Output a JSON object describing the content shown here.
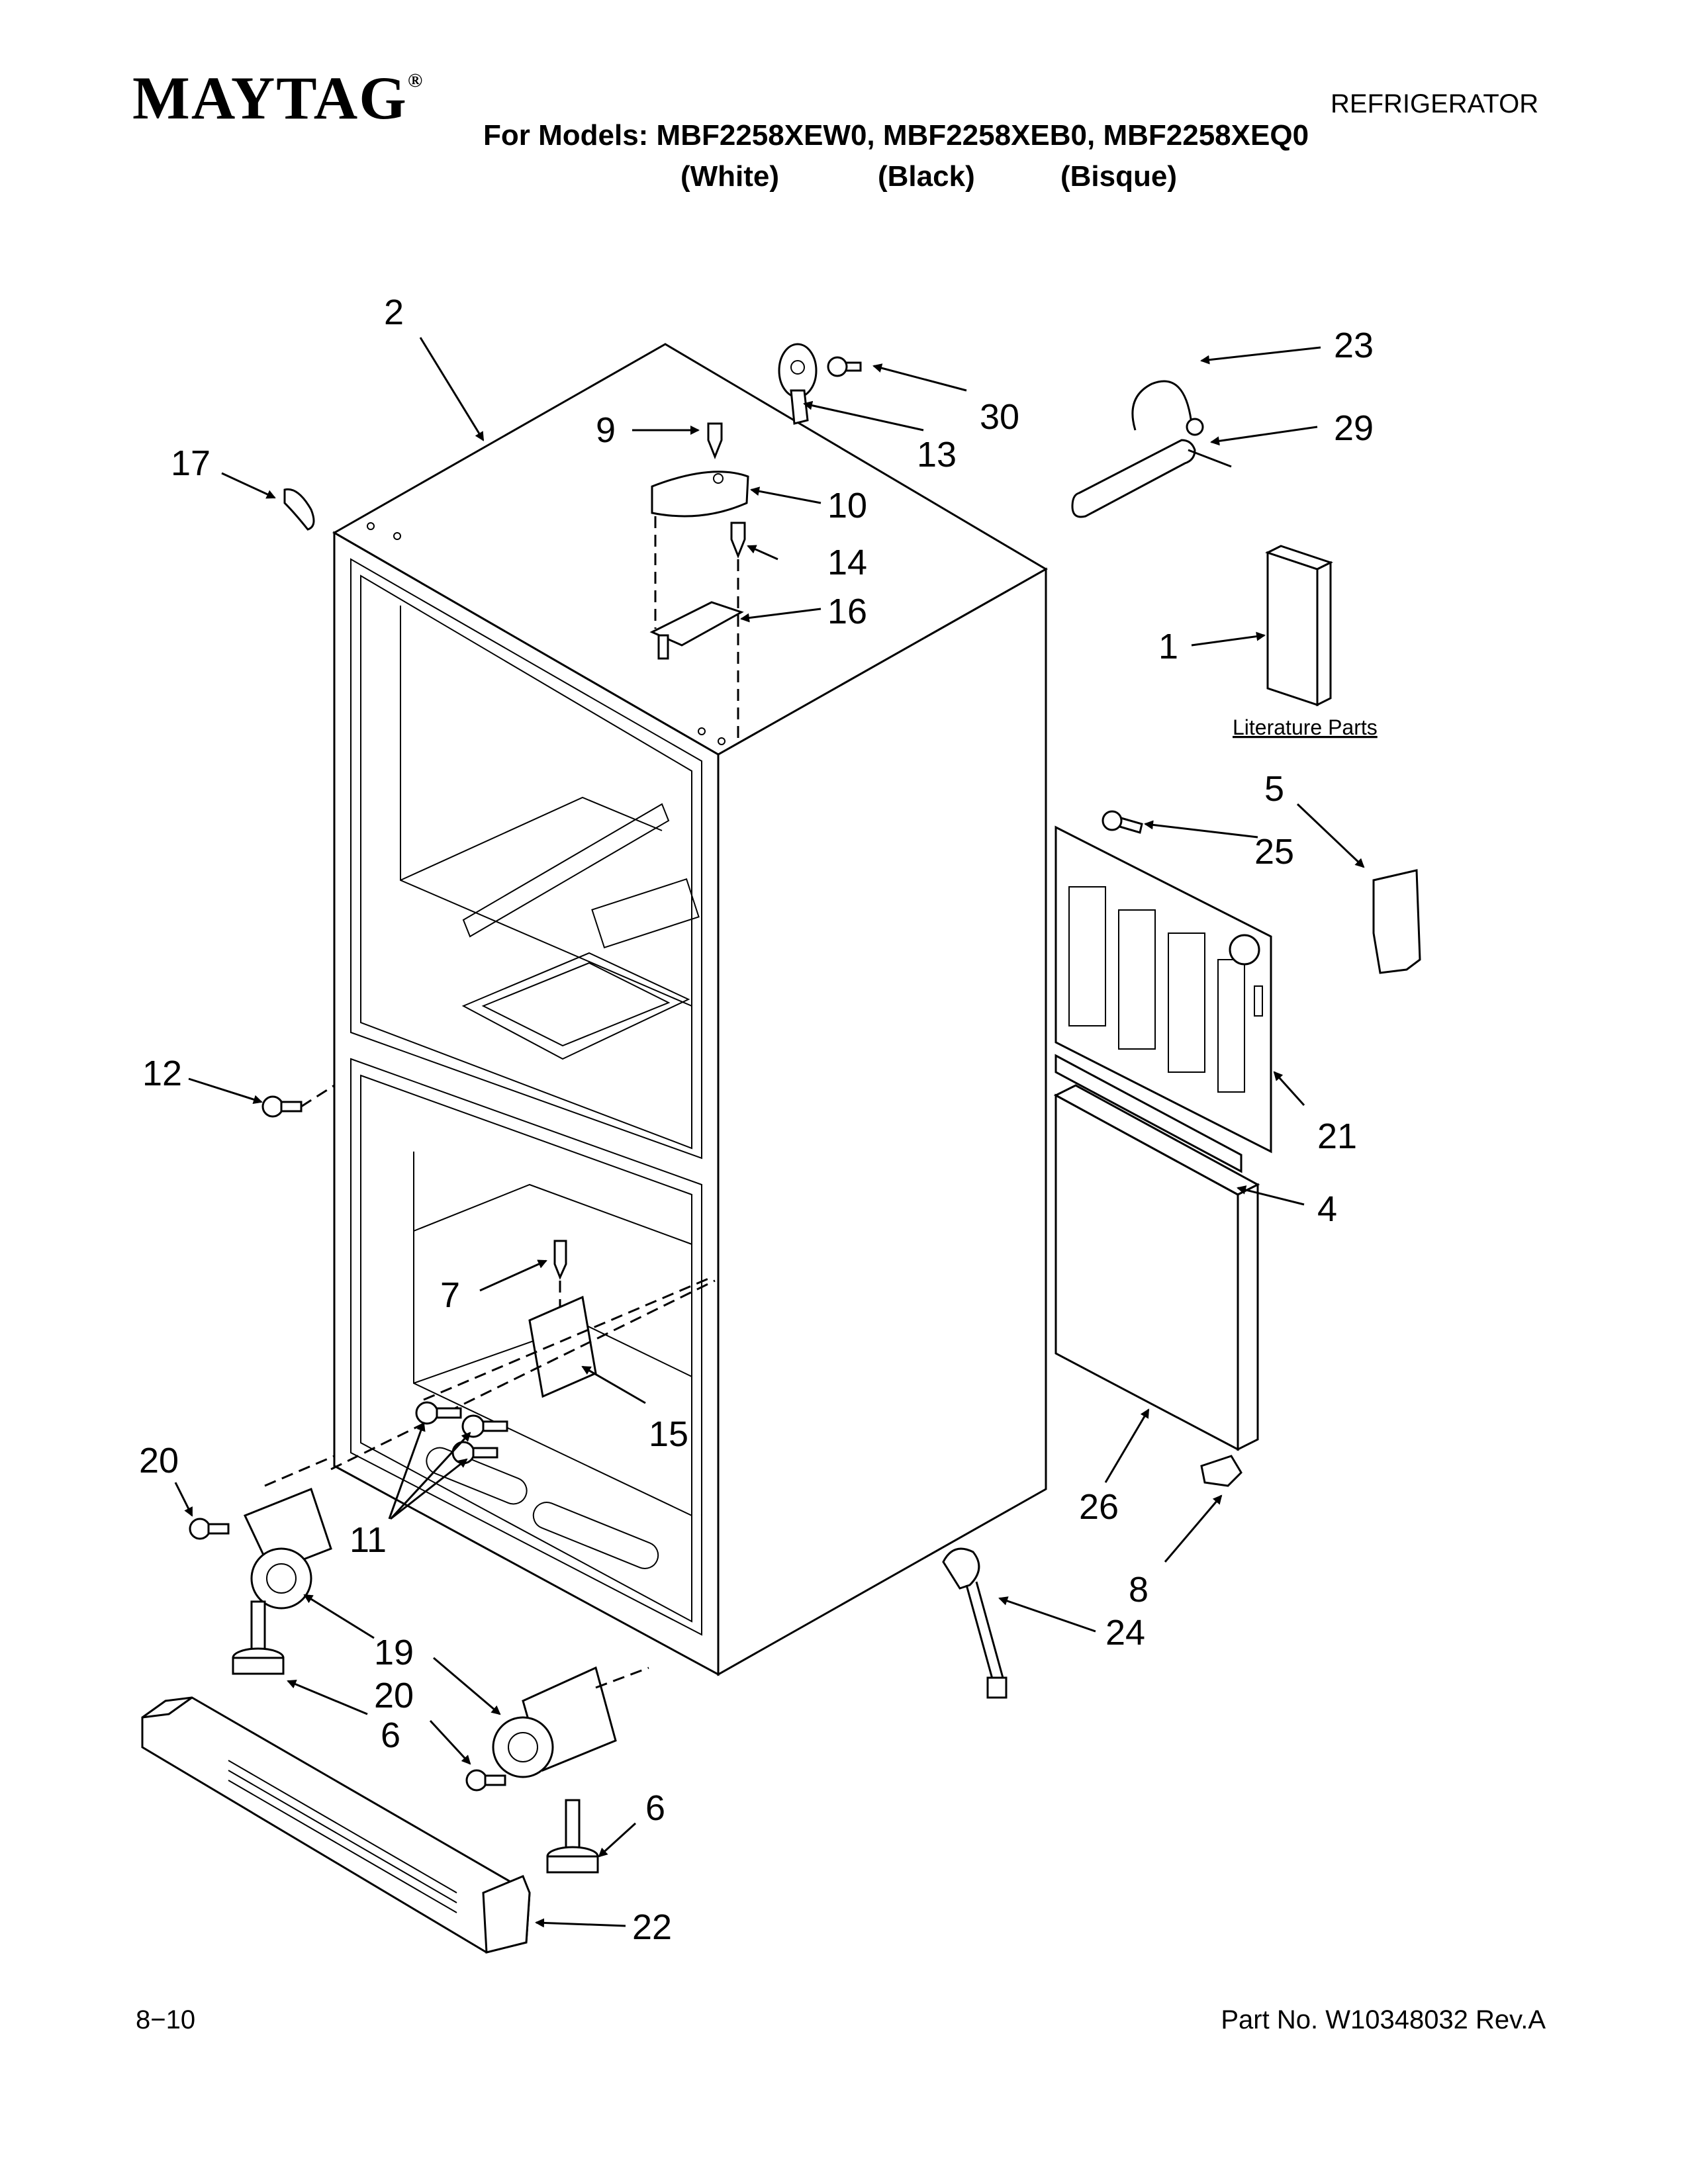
{
  "header": {
    "brand": "MAYTAG",
    "brand_mark": "®",
    "doc_type": "REFRIGERATOR",
    "models_line": "For Models: MBF2258XEW0, MBF2258XEB0, MBF2258XEQ0",
    "colors": [
      "(White)",
      "(Black)",
      "(Bisque)"
    ]
  },
  "diagram": {
    "labels": [
      "2",
      "17",
      "9",
      "10",
      "14",
      "16",
      "13",
      "30",
      "23",
      "29",
      "1",
      "5",
      "25",
      "21",
      "4",
      "12",
      "7",
      "15",
      "11",
      "20",
      "19",
      "6",
      "20",
      "6",
      "22",
      "26",
      "8",
      "24"
    ],
    "literature_caption": "Literature Parts"
  },
  "footer": {
    "date_code": "8−10",
    "part_number": "Part No. W10348032 Rev.A"
  }
}
